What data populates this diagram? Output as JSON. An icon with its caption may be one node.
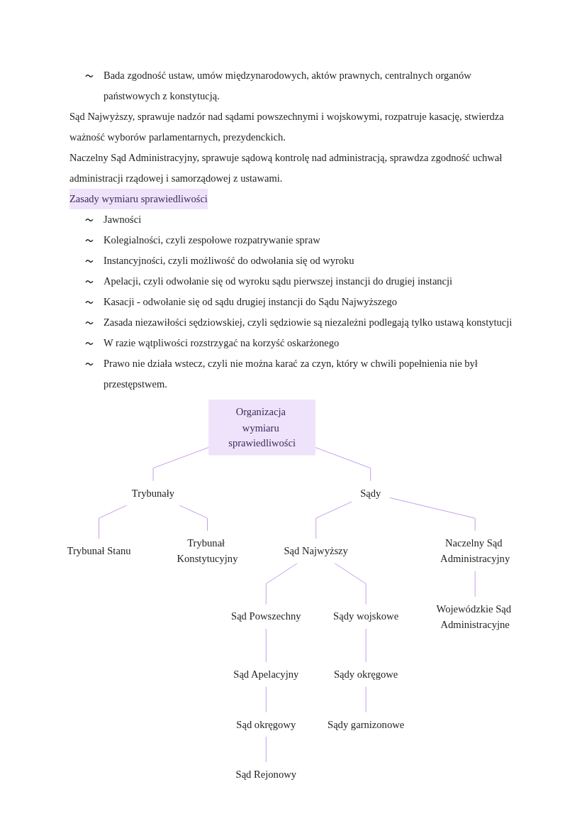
{
  "diagram": {
    "nodes": [
      {
        "text": [
          "Organizacja wymiaru sprawiedliwości"
        ]
      },
      {
        "text": [
          "Trybunały"
        ]
      },
      {
        "text": [
          "Sądy"
        ]
      },
      {
        "text": [
          "Trybunał Stanu"
        ]
      },
      {
        "text": [
          "Trybunał Konstytucyjny"
        ]
      },
      {
        "text": [
          "Sąd Najwyższy"
        ]
      },
      {
        "text": [
          "Naczelny Sąd Administracyjny"
        ]
      },
      {
        "text": [
          "Sąd Powszechny"
        ]
      },
      {
        "text": [
          "Sądy wojskowe"
        ]
      },
      {
        "text": [
          "Wojewódzkie Sąd Administracyjne"
        ]
      },
      {
        "text": [
          "Sąd Apelacyjny"
        ]
      },
      {
        "text": [
          "Sądy okręgowe"
        ]
      },
      {
        "text": [
          "Sąd okręgowy"
        ]
      },
      {
        "text": [
          "Sądy garnizonowe"
        ]
      },
      {
        "text": [
          "Sąd Rejonowy"
        ]
      }
    ],
    "edges": [
      {
        "from": 0,
        "to": 1,
        "arrow": "none"
      },
      {
        "from": 0,
        "to": 2,
        "arrow": "none"
      },
      {
        "from": 1,
        "to": 3,
        "arrow": "none"
      },
      {
        "from": 1,
        "to": 4,
        "arrow": "none"
      },
      {
        "from": 2,
        "to": 5,
        "arrow": "none"
      },
      {
        "from": 2,
        "to": 6,
        "arrow": "none"
      },
      {
        "from": 5,
        "to": 7,
        "arrow": "none"
      },
      {
        "from": 5,
        "to": 8,
        "arrow": "none"
      },
      {
        "from": 6,
        "to": 9,
        "arrow": "none"
      },
      {
        "from": 7,
        "to": 10,
        "arrow": "none"
      },
      {
        "from": 8,
        "to": 11,
        "arrow": "none"
      },
      {
        "from": 10,
        "to": 12,
        "arrow": "none"
      },
      {
        "from": 11,
        "to": 13,
        "arrow": "none"
      },
      {
        "from": 12,
        "to": 14,
        "arrow": "none"
      }
    ],
    "labels": [
      "Bada zgodność ustaw, umów międzynarodowych, aktów prawnych, centralnych organów państwowych z konstytucją.",
      "Sąd Najwyższy, sprawuje nadzór nad sądami powszechnymi i wojskowymi, rozpatruje kasację, stwierdza ważność wyborów parlamentarnych, prezydenckich.",
      "Naczelny Sąd Administracyjny, sprawuje sądową kontrolę nad administracją, sprawdza zgodność uchwał administracji rządowej i samorządowej z ustawami.",
      "Zasady wymiaru sprawiedliwości",
      "Jawności",
      "Kolegialności, czyli zespołowe rozpatrywanie spraw",
      "Instancyjności, czyli możliwość do odwołania się od wyroku",
      "Apelacji, czyli odwołanie się od wyroku sądu pierwszej instancji do drugiej instancji",
      "Kasacji - odwołanie się od sądu drugiej instancji do Sądu Najwyższego",
      "Zasada niezawiłości sędziowskiej, czyli sędziowie są niezależni podlegają tylko ustawą konstytucji",
      "W razie wątpliwości rozstrzygać na korzyść oskarżonego",
      "Prawo nie działa wstecz, czyli nie można karać za czyn, który w chwili popełnienia nie był przestępstwem."
    ]
  }
}
